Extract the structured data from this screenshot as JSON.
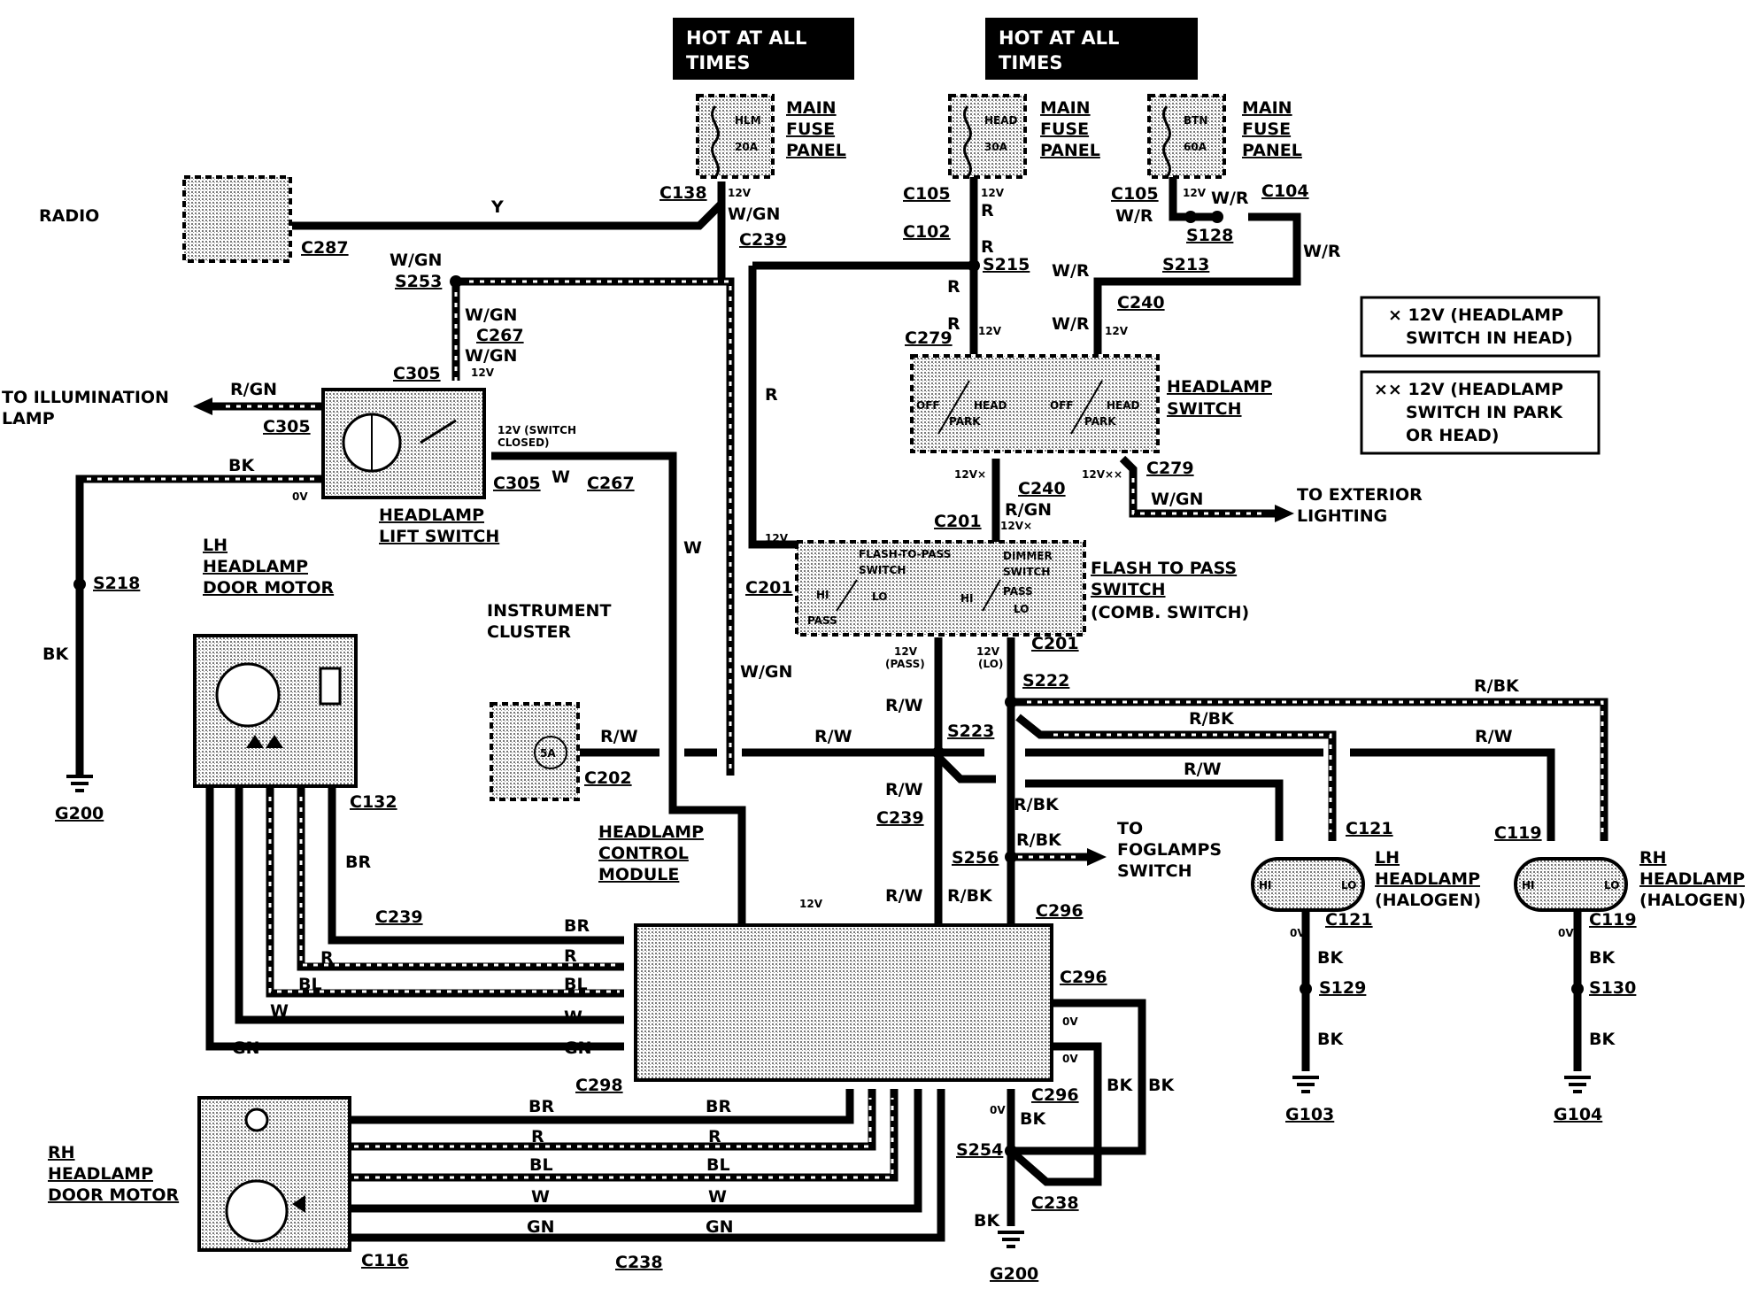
{
  "hot_boxes": [
    "HOT AT ALL",
    "TIMES"
  ],
  "fuses": {
    "hlm": {
      "name": "HLM",
      "rating": "20A"
    },
    "head": {
      "name": "HEAD",
      "rating": "30A"
    },
    "btn": {
      "name": "BTN",
      "rating": "60A"
    },
    "panel_l1": "MAIN",
    "panel_l2": "FUSE",
    "panel_l3": "PANEL"
  },
  "labels": {
    "radio": "RADIO",
    "to_illum_1": "TO ILLUMINATION",
    "to_illum_2": "LAMP",
    "lift_switch_1": "HEADLAMP",
    "lift_switch_2": "LIFT SWITCH",
    "lh_door_1": "LH",
    "lh_door_2": "HEADLAMP",
    "lh_door_3": "DOOR MOTOR",
    "rh_door_1": "RH",
    "rh_door_2": "HEADLAMP",
    "rh_door_3": "DOOR MOTOR",
    "instr_1": "INSTRUMENT",
    "instr_2": "CLUSTER",
    "instr_fuse": "5A",
    "hcm_1": "HEADLAMP",
    "hcm_2": "CONTROL",
    "hcm_3": "MODULE",
    "hs_1": "HEADLAMP",
    "hs_2": "SWITCH",
    "ftp_1": "FLASH TO PASS",
    "ftp_2": "SWITCH",
    "ftp_3": "(COMB. SWITCH)",
    "ftp_inner_1": "FLASH-TO-PASS",
    "ftp_inner_2": "SWITCH",
    "dim_inner_1": "DIMMER",
    "dim_inner_2": "SWITCH",
    "to_ext_1": "TO EXTERIOR",
    "to_ext_2": "LIGHTING",
    "to_fog_1": "TO",
    "to_fog_2": "FOGLAMPS",
    "to_fog_3": "SWITCH",
    "lh_hl_1": "LH",
    "lh_hl_2": "HEADLAMP",
    "lh_hl_3": "(HALOGEN)",
    "rh_hl_1": "RH",
    "rh_hl_2": "HEADLAMP",
    "rh_hl_3": "(HALOGEN)",
    "note1_1": "12V (HEADLAMP",
    "note1_2": "SWITCH IN HEAD)",
    "note2_1": "12V (HEADLAMP",
    "note2_2": "SWITCH IN PARK",
    "note2_3": "OR HEAD)",
    "note1_mark": "×",
    "note2_mark": "××",
    "switch_closed_1": "12V (SWITCH",
    "switch_closed_2": "CLOSED)",
    "off": "OFF",
    "head": "HEAD",
    "park": "PARK",
    "hi": "HI",
    "lo": "LO",
    "pass": "PASS",
    "v12": "12V",
    "v0": "0V",
    "v12_pass": "12V",
    "pass_paren": "(PASS)",
    "v12_lo": "12V",
    "lo_paren": "(LO)",
    "v12x": "12V×",
    "v12xx": "12V××"
  },
  "connectors": {
    "c138": "C138",
    "c239": "C239",
    "c287": "C287",
    "c267": "C267",
    "c305": "C305",
    "c105": "C105",
    "c102": "C102",
    "c104": "C104",
    "c240": "C240",
    "c279": "C279",
    "c201": "C201",
    "c202": "C202",
    "c132": "C132",
    "c296": "C296",
    "c298": "C298",
    "c121": "C121",
    "c119": "C119",
    "c116": "C116",
    "c238": "C238"
  },
  "splices": {
    "s253": "S253",
    "s215": "S215",
    "s213": "S213",
    "s128": "S128",
    "s218": "S218",
    "s222": "S222",
    "s223": "S223",
    "s256": "S256",
    "s254": "S254",
    "s129": "S129",
    "s130": "S130"
  },
  "grounds": {
    "g200": "G200",
    "g103": "G103",
    "g104": "G104"
  },
  "wires": {
    "y": "Y",
    "wgn": "W/GN",
    "r": "R",
    "wr": "W/R",
    "rgn": "R/GN",
    "bk": "BK",
    "w": "W",
    "rw": "R/W",
    "rbk": "R/BK",
    "br": "BR",
    "bl": "BL",
    "gn": "GN"
  }
}
